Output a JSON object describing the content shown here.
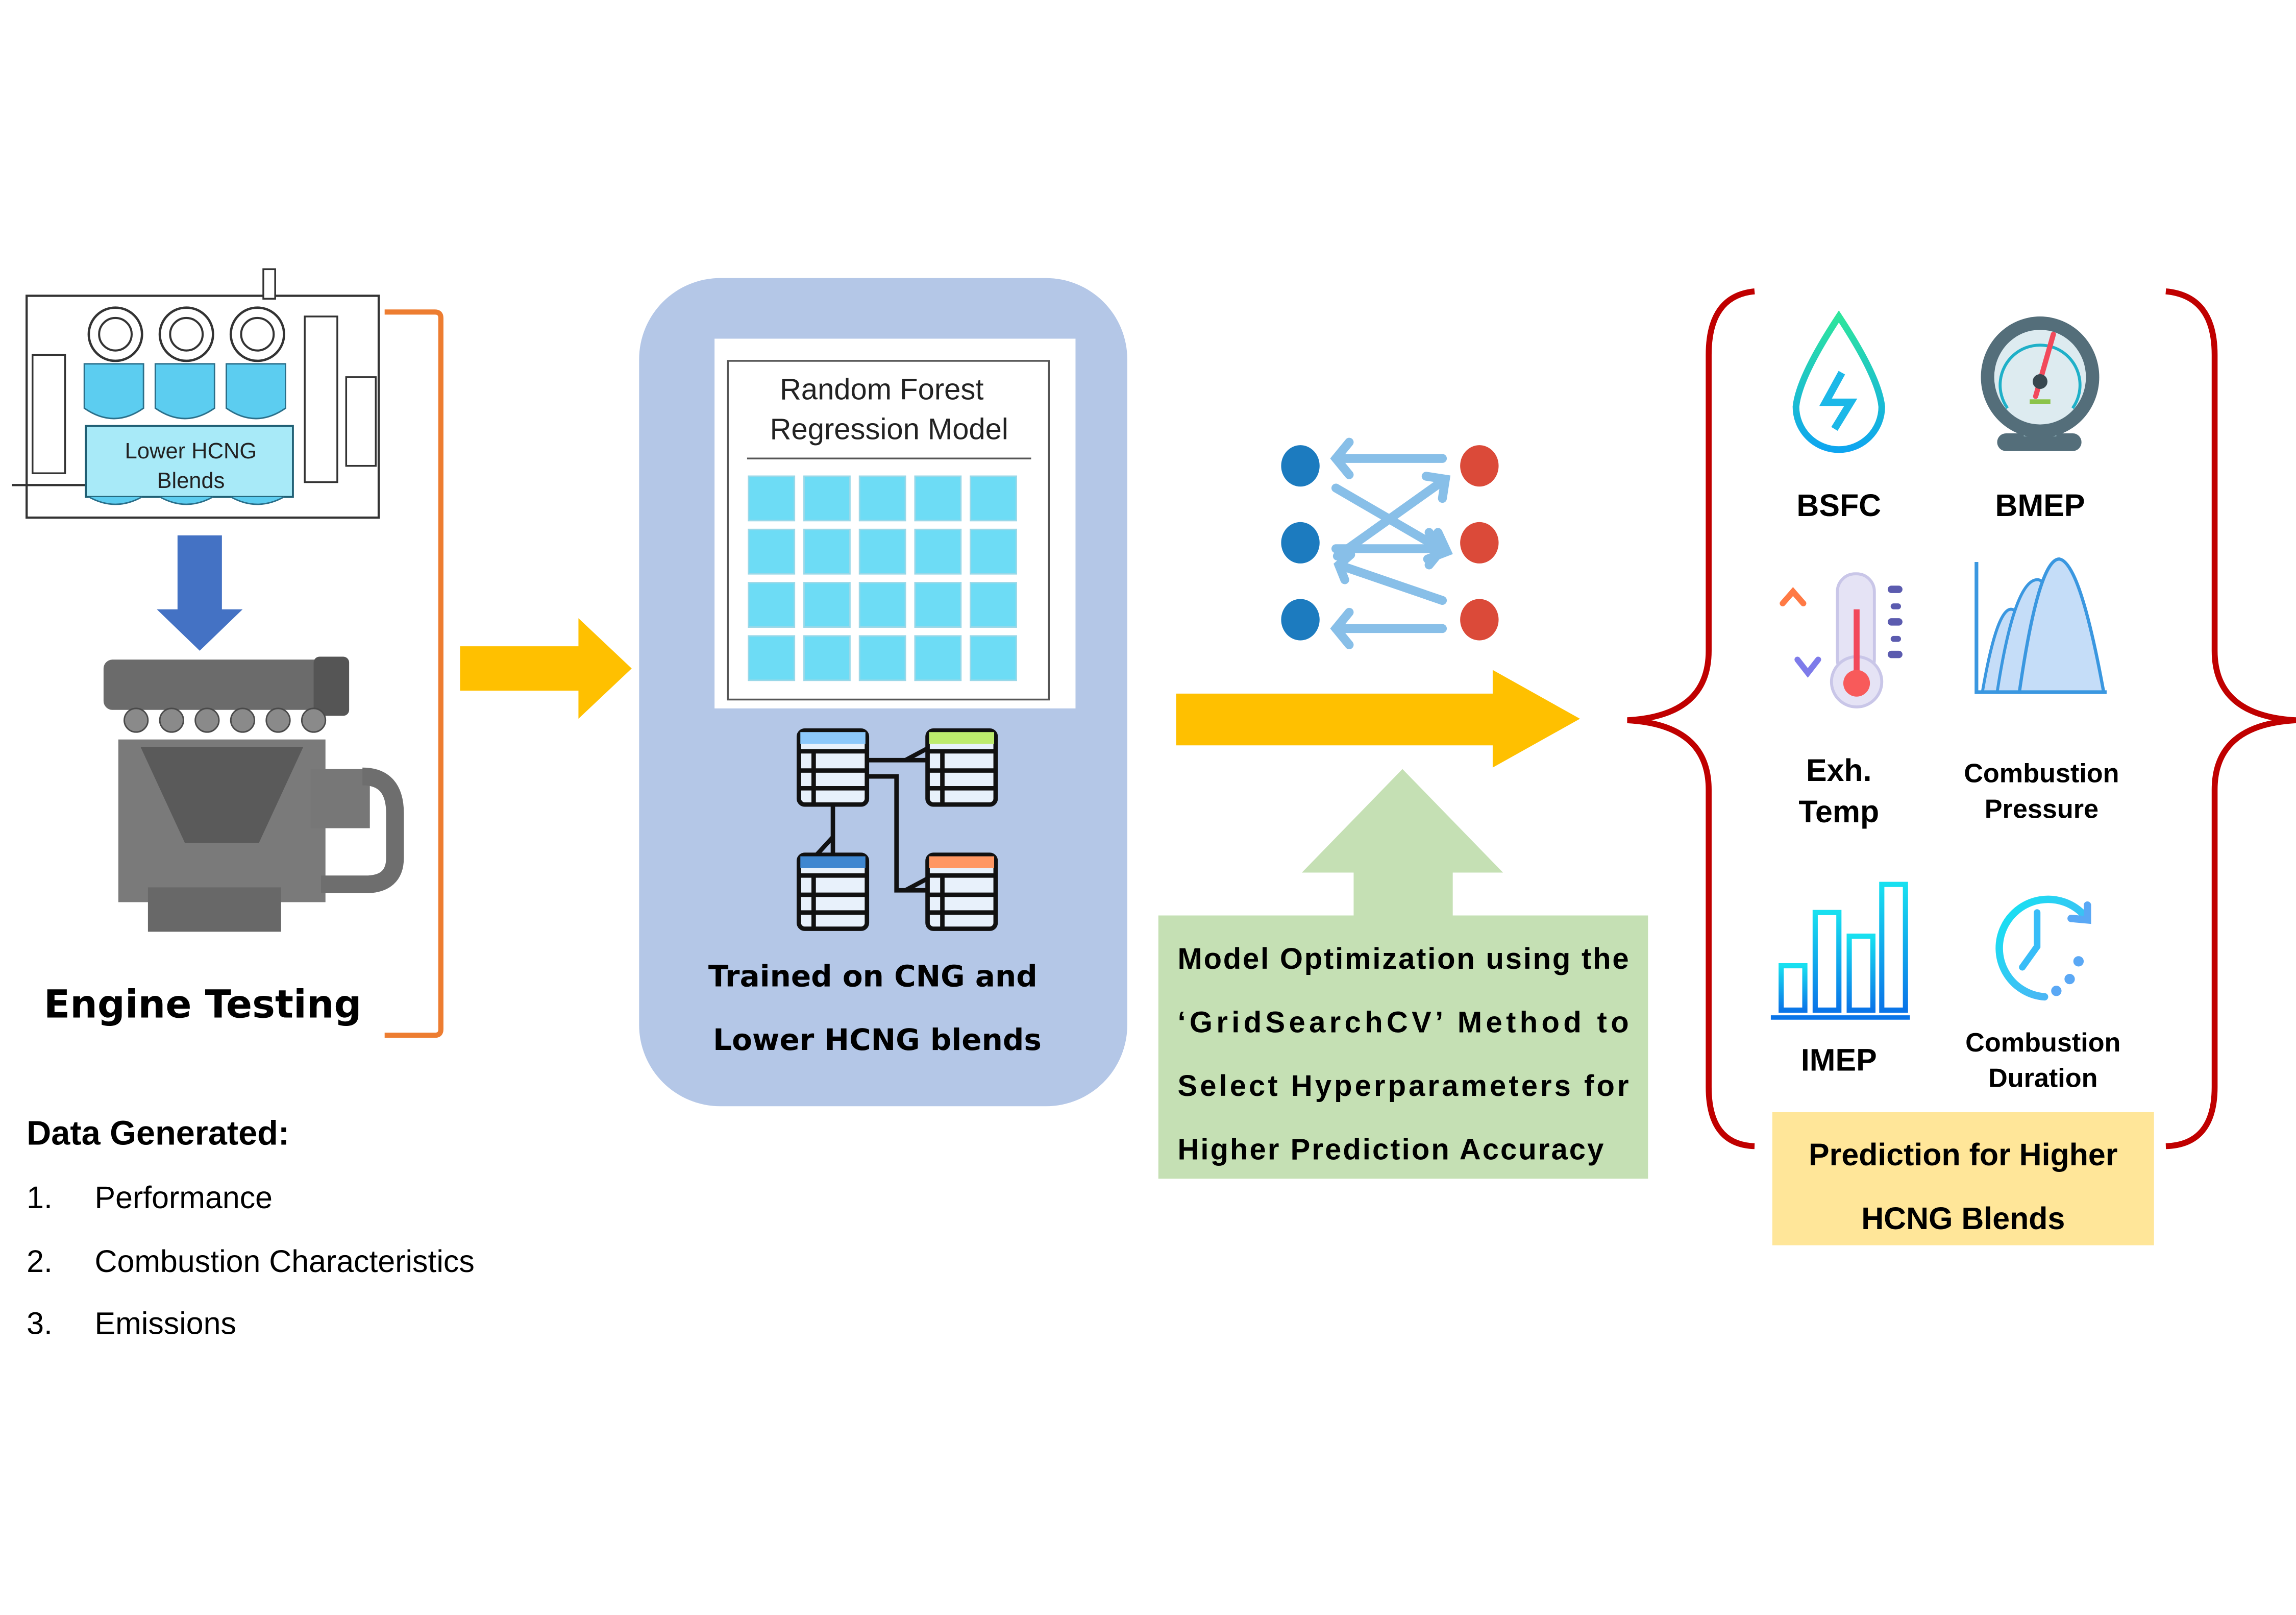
{
  "colors": {
    "background": "#ffffff",
    "bracket_orange": "#ED7D31",
    "flow_arrow_yellow": "#FFC000",
    "down_arrow_blue": "#4472C4",
    "model_panel_bg": "#B4C7E7",
    "grid_cell_cyan": "#6DDCF5",
    "optimization_green": "#C5E0B4",
    "prediction_yellow": "#FFE699",
    "brace_red": "#C00000",
    "node_blue": "#1C7BBF",
    "node_red": "#DB4A39",
    "link_arrow_lightblue": "#88BFE8"
  },
  "engine_section": {
    "engine_label": "Lower HCNG\nBlends",
    "engine_label_lines": [
      "Lower HCNG",
      "Blends"
    ],
    "title": "Engine Testing",
    "icons": [
      "engine-cutaway-icon",
      "down-arrow-icon",
      "engine-icon"
    ]
  },
  "data_generated": {
    "heading": "Data Generated:",
    "items": [
      {
        "number": "1.",
        "label": "Performance"
      },
      {
        "number": "2.",
        "label": "Combustion Characteristics"
      },
      {
        "number": "3.",
        "label": "Emissions"
      }
    ]
  },
  "model_section": {
    "model_title_lines": [
      "Random Forest",
      "Regression Model"
    ],
    "grid_rows": 4,
    "grid_cols": 5,
    "caption_lines": [
      "Trained on CNG and",
      "Lower HCNG blends"
    ],
    "icons": [
      "database-schema-icon"
    ]
  },
  "optimization_section": {
    "icon": "cross-validation-icon",
    "text_lines": [
      "Model Optimization using the",
      "‘GridSearchCV’  Method  to",
      "Select Hyperparameters for",
      "Higher Prediction Accuracy"
    ]
  },
  "prediction_section": {
    "outputs": [
      {
        "label_lines": [
          "BSFC"
        ],
        "icon": "fuel-drop-bolt-icon"
      },
      {
        "label_lines": [
          "BMEP"
        ],
        "icon": "pressure-gauge-icon"
      },
      {
        "label_lines": [
          "Exh.",
          "Temp"
        ],
        "icon": "thermometer-icon"
      },
      {
        "label_lines": [
          "Combustion",
          "Pressure"
        ],
        "icon": "pressure-curve-icon"
      },
      {
        "label_lines": [
          "IMEP"
        ],
        "icon": "bar-chart-icon"
      },
      {
        "label_lines": [
          "Combustion",
          "Duration"
        ],
        "icon": "clock-duration-icon"
      }
    ],
    "caption_lines": [
      "Prediction for Higher",
      "HCNG Blends"
    ]
  }
}
